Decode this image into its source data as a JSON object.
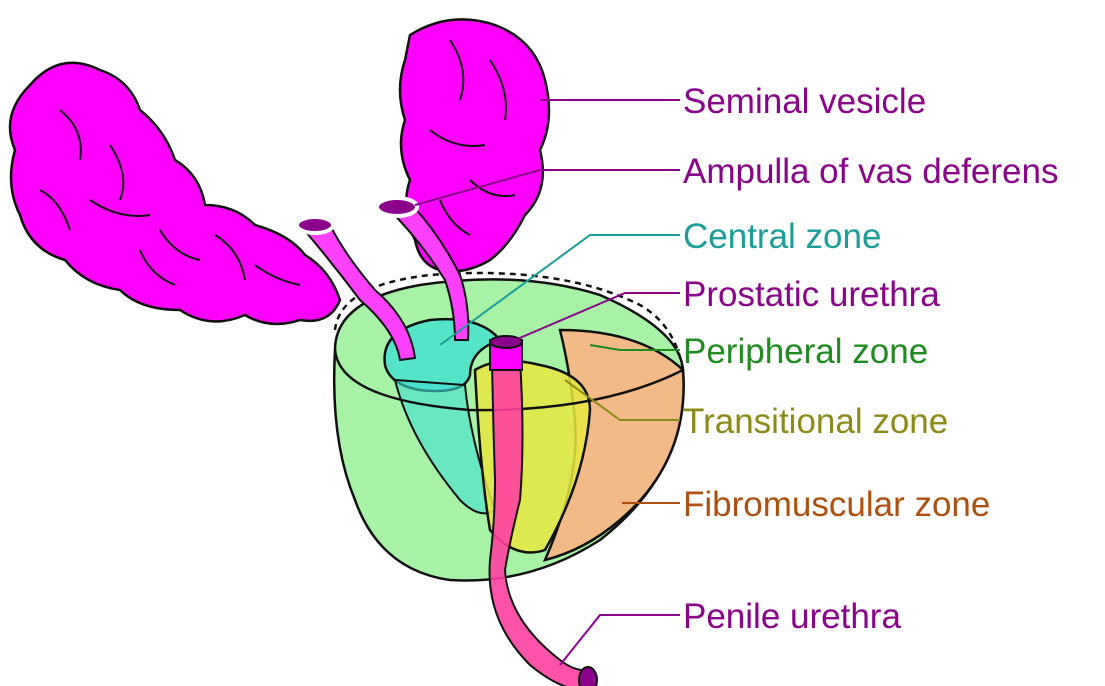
{
  "labels": {
    "seminal_vesicle": "Seminal vesicle",
    "ampulla": "Ampulla of vas deferens",
    "central_zone": "Central zone",
    "prostatic_urethra": "Prostatic urethra",
    "peripheral_zone": "Peripheral zone",
    "transitional_zone": "Transitional zone",
    "fibromuscular_zone": "Fibromuscular zone",
    "penile_urethra": "Penile urethra"
  },
  "colors": {
    "vesicle": "#ff00ff",
    "duct_label": "#8b008b",
    "central": "#1a9e97",
    "peripheral": "#1e8c1e",
    "transitional": "#8b8b1a",
    "fibromuscular": "#b05010",
    "peripheral_fill": "#98f098",
    "central_fill": "#40e0d0",
    "transitional_fill": "#e8e840",
    "fibromuscular_fill": "#ffb080"
  }
}
